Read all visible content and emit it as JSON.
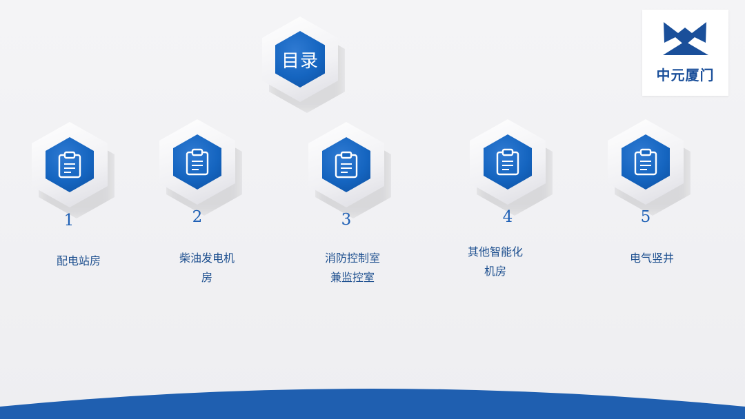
{
  "title": "目录",
  "logo": {
    "text": "中元厦门",
    "color": "#1a4f9a"
  },
  "accent_color": "#1565c0",
  "items": [
    {
      "number": "1",
      "label_lines": [
        "配电站房"
      ],
      "icon": "clipboard-icon"
    },
    {
      "number": "2",
      "label_lines": [
        "柴油发电机",
        "房"
      ],
      "icon": "clipboard-icon"
    },
    {
      "number": "3",
      "label_lines": [
        "消防控制室",
        "兼监控室"
      ],
      "icon": "clipboard-icon"
    },
    {
      "number": "4",
      "label_lines": [
        "其他智能化",
        "机房"
      ],
      "icon": "clipboard-icon"
    },
    {
      "number": "5",
      "label_lines": [
        "电气竖井"
      ],
      "icon": "clipboard-icon"
    }
  ]
}
